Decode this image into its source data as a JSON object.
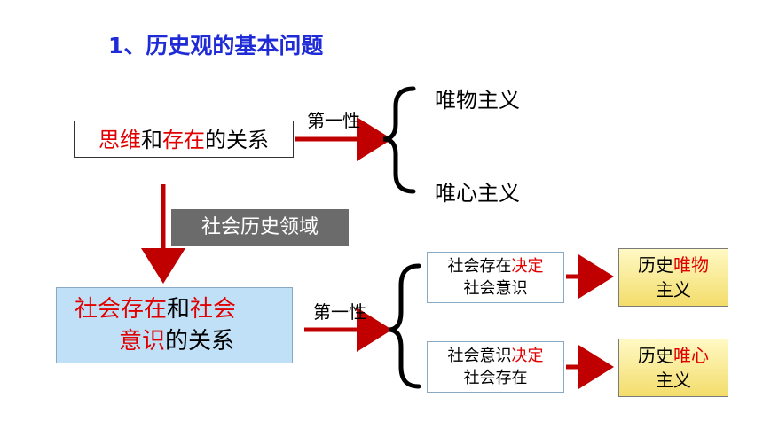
{
  "title": "1、历史观的基本问题",
  "top": {
    "box_parts": [
      "思维",
      "和",
      "存在",
      "的关系"
    ],
    "arrow_label": "第一性",
    "options": [
      "唯物主义",
      "唯心主义"
    ]
  },
  "domain_label": "社会历史领域",
  "bottom": {
    "box_line1_parts": [
      "社会存在",
      "和",
      "社会"
    ],
    "box_line2_parts": [
      "意识",
      "的关系"
    ],
    "arrow_label": "第一性",
    "branches": [
      {
        "line1_parts": [
          "社会存在",
          "决定"
        ],
        "line2": "社会意识",
        "result_parts": [
          "历史",
          "唯物"
        ],
        "result_line2": "主义"
      },
      {
        "line1_parts": [
          "社会意识",
          "决定"
        ],
        "line2": "社会存在",
        "result_parts": [
          "历史",
          "唯心"
        ],
        "result_line2": "主义"
      }
    ]
  },
  "colors": {
    "title": "#1f2bd6",
    "emphasis": "#e00000",
    "arrow": "#c00000",
    "box_blue": "#bfe0f7",
    "box_yellow": "#f3dd6b",
    "label_gray": "#6b6b6b"
  }
}
